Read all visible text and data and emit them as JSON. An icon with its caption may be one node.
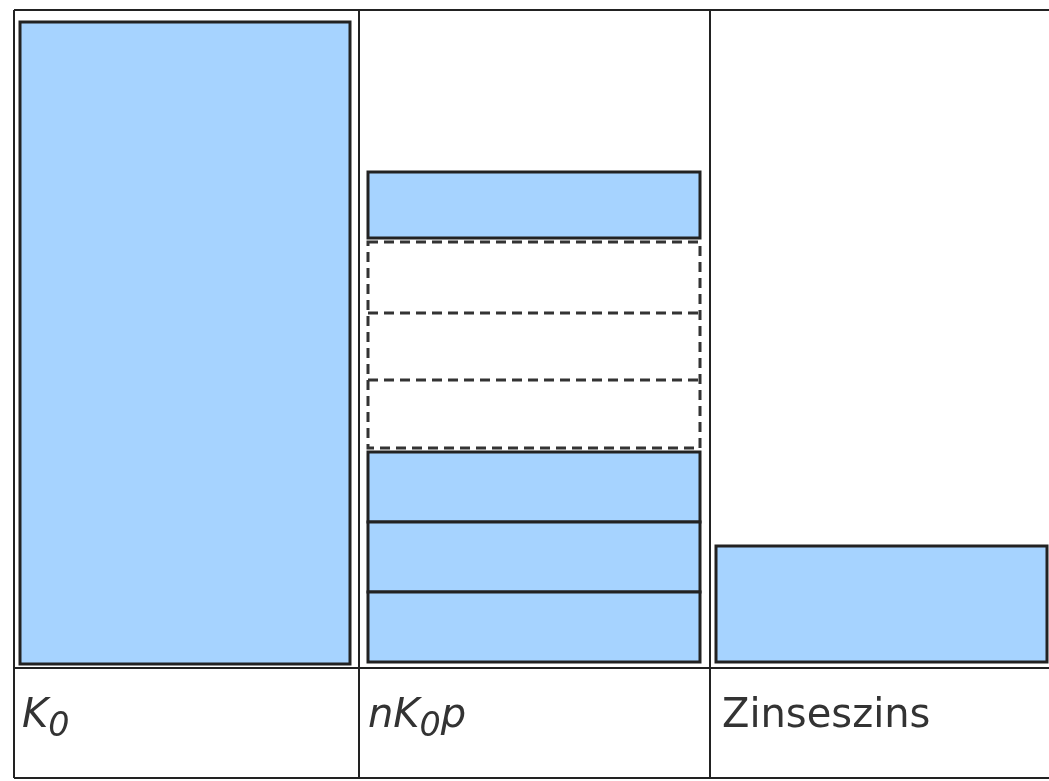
{
  "diagram": {
    "labels": [
      "K$_{0}$",
      "nK$_{0}$p",
      "Zinseszins"
    ]
  }
}
